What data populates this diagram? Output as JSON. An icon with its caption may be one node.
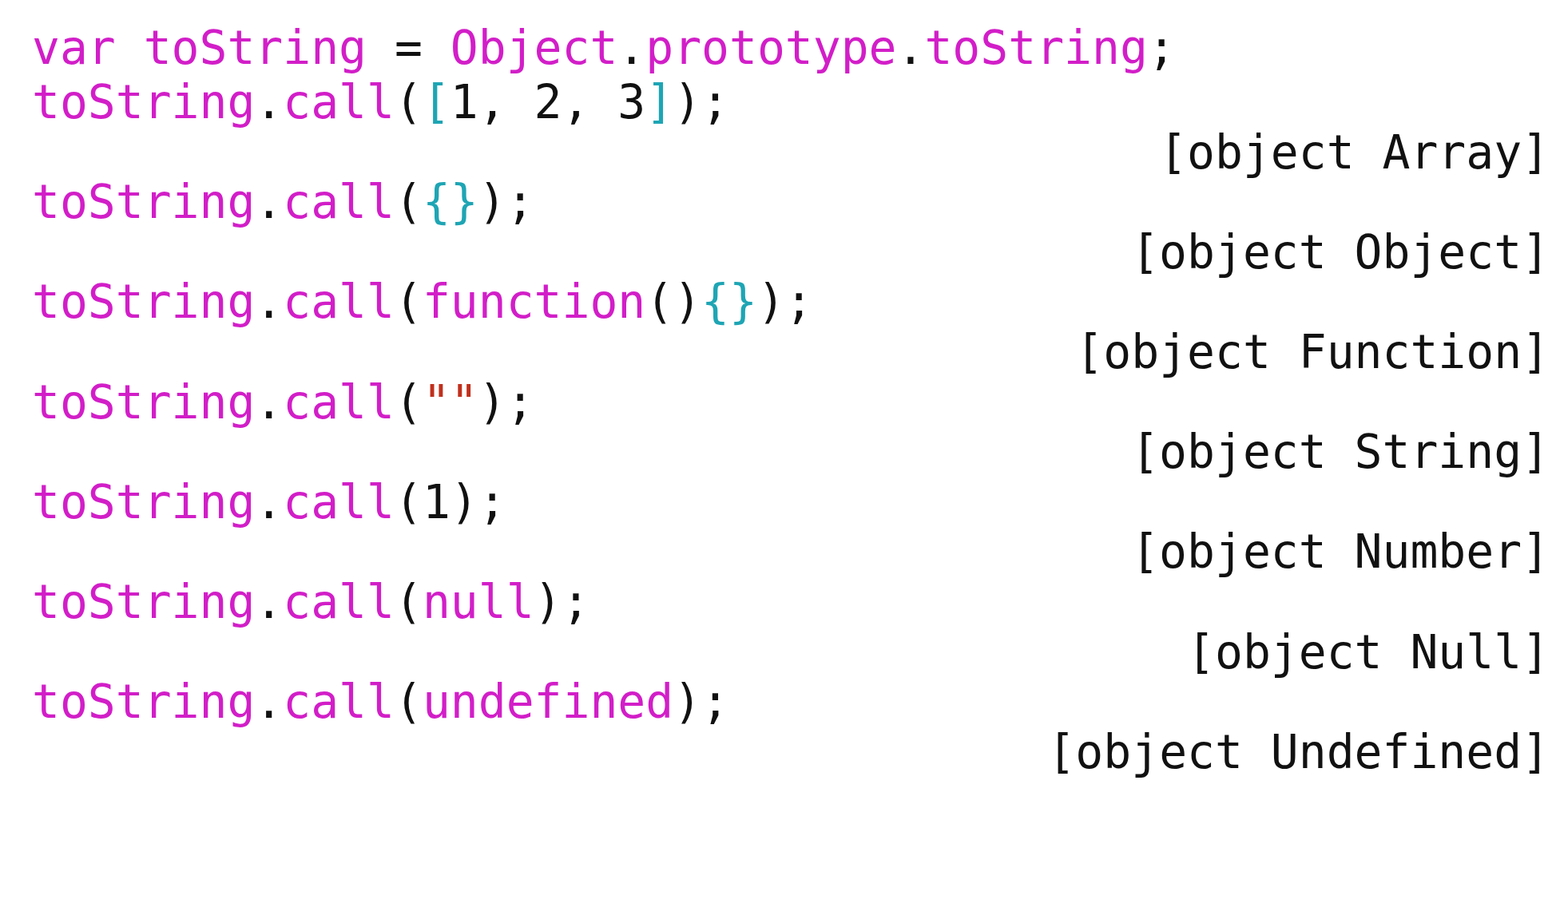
{
  "diagram": {
    "labels": [
      "var toString = Object.prototype.toString;",
      "toString.call([1, 2, 3]);",
      "[object Array]",
      "toString.call({});",
      "[object Object]",
      "toString.call(function(){});",
      "[object Function]",
      "toString.call(\"\");",
      "[object String]",
      "toString.call(1);",
      "[object Number]",
      "toString.call(null);",
      "[object Null]",
      "toString.call(undefined);",
      "[object Undefined]"
    ]
  }
}
